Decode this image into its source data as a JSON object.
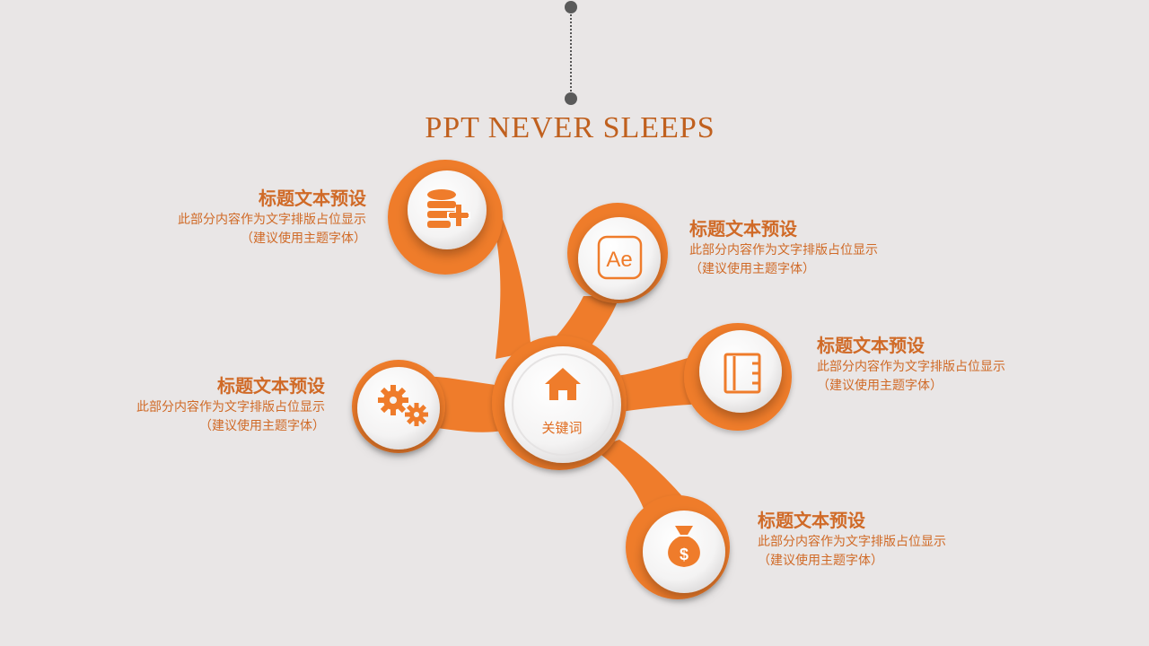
{
  "title": "PPT NEVER SLEEPS",
  "center": {
    "label": "关键词",
    "icon": "home-icon"
  },
  "colors": {
    "accent": "#ef7c2b",
    "accent_dark": "#c0601e",
    "text": "#d06a27",
    "background": "#e9e6e6"
  },
  "items": [
    {
      "icon": "database-add-icon",
      "title": "标题文本预设",
      "line1": "此部分内容作为文字排版占位显示",
      "line2": "（建议使用主题字体）"
    },
    {
      "icon": "after-effects-icon",
      "icon_text": "Ae",
      "title": "标题文本预设",
      "line1": "此部分内容作为文字排版占位显示",
      "line2": "（建议使用主题字体）"
    },
    {
      "icon": "notebook-icon",
      "title": "标题文本预设",
      "line1": "此部分内容作为文字排版占位显示",
      "line2": "（建议使用主题字体）"
    },
    {
      "icon": "gears-icon",
      "title": "标题文本预设",
      "line1": "此部分内容作为文字排版占位显示",
      "line2": "（建议使用主题字体）"
    },
    {
      "icon": "money-bag-icon",
      "icon_text": "$",
      "title": "标题文本预设",
      "line1": "此部分内容作为文字排版占位显示",
      "line2": "（建议使用主题字体）"
    }
  ]
}
